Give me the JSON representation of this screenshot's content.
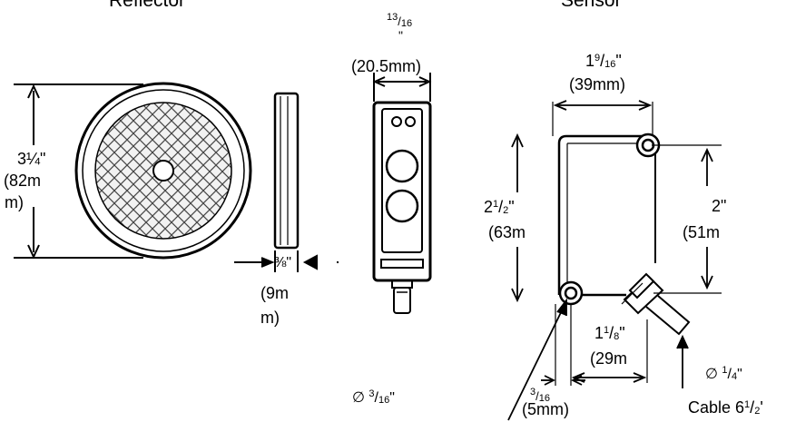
{
  "headers": {
    "reflector": "Reflector",
    "sensor": "Sensor"
  },
  "reflector": {
    "height_in_whole": "3",
    "height_in_frac": "¼",
    "height_in_unit": "\"",
    "height_mm_line1": "(82m",
    "height_mm_line2": "m)",
    "thickness_in": "⅜\"",
    "thickness_mm_line1": "(9m",
    "thickness_mm_line2": "m)"
  },
  "side_view": {
    "width_num": "13",
    "width_den": "16",
    "width_quote": "\"",
    "width_mm": "(20.5mm)",
    "lens_dia_symbol": "∅",
    "lens_dia_num": "3",
    "lens_dia_den": "16",
    "lens_dia_unit": "\""
  },
  "sensor": {
    "width_whole": "1",
    "width_num": "9",
    "width_den": "16",
    "width_unit": "\"",
    "width_mm": "(39mm)",
    "height_whole": "2",
    "height_num": "1",
    "height_den": "2",
    "height_unit": "\"",
    "height_mm": "(63m",
    "mount_spacing": "2\"",
    "mount_spacing_mm": "(51m",
    "hole_offset_whole": "1",
    "hole_offset_num": "1",
    "hole_offset_den": "8",
    "hole_offset_unit": "\"",
    "hole_offset_mm": "(29m",
    "hole_dia_num": "3",
    "hole_dia_den": "16",
    "hole_dia_mm": "(5mm)",
    "cable_dia_symbol": "∅",
    "cable_dia_num": "1",
    "cable_dia_den": "4",
    "cable_dia_unit": "\"",
    "cable_label": "Cable 6",
    "cable_num": "1",
    "cable_den": "2",
    "cable_unit": "'"
  }
}
